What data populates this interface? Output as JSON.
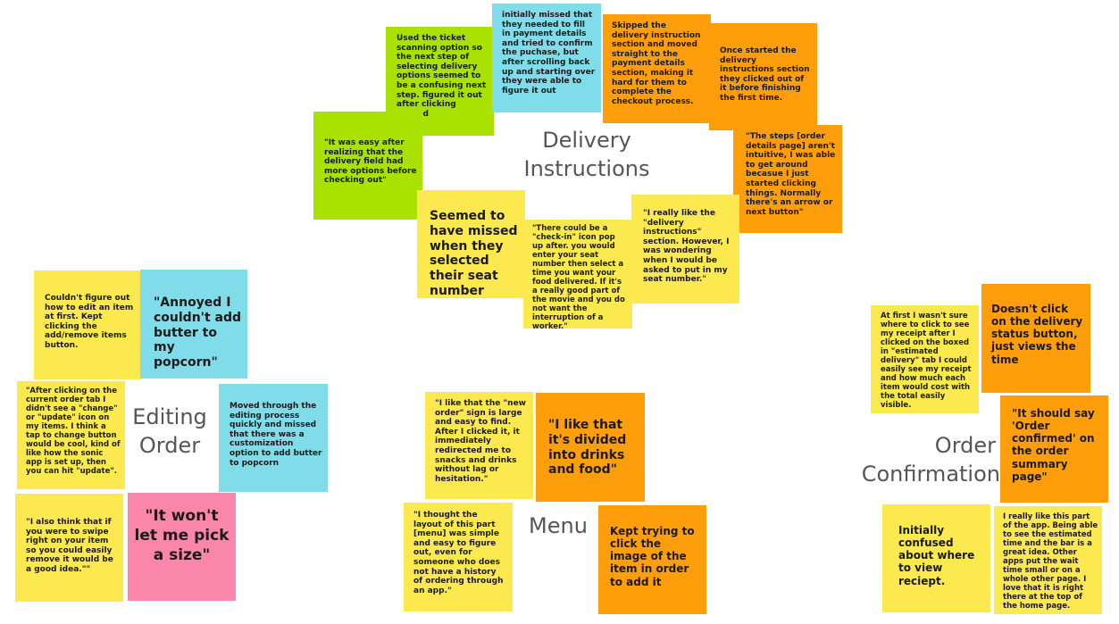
{
  "colors": {
    "yellow": "#fce94f",
    "green": "#a9e200",
    "cyan": "#7fdce8",
    "orange": "#ff9e0b",
    "pink": "#fb86ac",
    "title_text": "#555555"
  },
  "groups": {
    "delivery": {
      "title_line1": "Delivery",
      "title_line2": "Instructions",
      "notes": {
        "ticket_scanning": "Used the ticket scanning option so the next step of selecting delivery options seemed to be a confusing next step. figured it out after clicking around",
        "payment_details": "initially missed that they needed to fill in payment details and tried to confirm the puchase, but after scrolling back up and starting over they were able to figure it out",
        "skipped_section": "Skipped the delivery instruction section and moved straight to the payment details section, making it hard for them to complete the checkout process.",
        "clicked_out": "Once started the delivery instructions section they clicked out of it before finishing the first time.",
        "easy_after": "\"It was easy after realizing that the delivery field had more options before checking out\"",
        "steps_not_intuitive": "\"The steps [order details page] aren't intuitive, I was able to get around becasue I just started clicking things. Normally there's an arrow or next button\"",
        "missed_seat": "Seemed to have missed when they selected their seat number",
        "check_in_icon": "\"There could be a \"check-in\" icon pop up after. you would enter your seat number then select a time you want your food delivered. If it's a really good part of the movie and you do not want the interruption of a worker.\"",
        "like_delivery": "\"I really like the \"delivery instructions\" section. However, I was wondering when I would be asked to put in my seat number.\""
      }
    },
    "editing": {
      "title_line1": "Editing",
      "title_line2": "Order",
      "notes": {
        "couldnt_edit": "Couldn't figure out how to edit an item at first. Kept clicking the add/remove items button.",
        "annoyed_butter": "\"Annoyed I couldn't add butter to my popcorn\"",
        "change_icon": "\"After clicking on the current order tab I didn't see a \"change\" or \"update\" icon on my items. I think a tap to change button would be cool, kind of like how the sonic app is set up, then you can hit \"update\".",
        "moved_through": "Moved through the editing process quickly and missed that there was a customization option to add butter to popcorn",
        "swipe_right": "\"I also think that if you were to swipe right on your item so you could easily remove it would be a good idea.\"\"",
        "wont_pick_size": "\"It won't let me pick a size\""
      }
    },
    "menu": {
      "title": "Menu",
      "notes": {
        "new_order_sign": "\"I like that the \"new order\" sign is large and easy to find. After I clicked it, it immediately redirected me to snacks and drinks without lag or hesitation.\"",
        "divided": "\"I like that it's divided into drinks and food\"",
        "layout_simple": "\"I thought the layout of this part [menu] was simple and easy to figure out, even for someone who does not have a history of ordering through an app.\"",
        "kept_trying": "Kept trying to click the image of the item in order to add it"
      }
    },
    "confirmation": {
      "title_line1": "Order",
      "title_line2": "Confirmation",
      "notes": {
        "receipt_unsure": "At first I wasn't sure where to click to see my receipt after I clicked on the boxed in \"estimated delivery\" tab I could easily see my receipt and how much each item would cost with the total easily visible.",
        "delivery_status": "Doesn't click on the delivery status button, just views the time",
        "order_confirmed": "\"It should say 'Order confirmed' on the order summary page\"",
        "confused_receipt": "Initially confused about where to view reciept.",
        "like_this_part": "I really like this part of the app. Being able to see the estimated time and the bar is a great idea. Other apps put the wait time small or on a whole other page. I love that it is right there at the top of the home page."
      }
    }
  }
}
